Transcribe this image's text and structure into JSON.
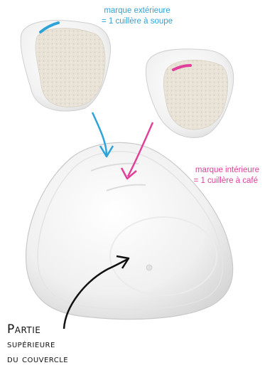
{
  "annotations": {
    "outer_mark": [
      "marque extérieure",
      "= 1 cuillère à soupe"
    ],
    "inner_mark": [
      "marque intérieure",
      "= 1 cuillère à café"
    ]
  },
  "caption": [
    "Partie",
    "supérieure",
    "du couvercle"
  ],
  "colors": {
    "outer_mark": "#2ea3d8",
    "inner_mark": "#e0409a",
    "background": "#ffffff",
    "text": "#111111"
  }
}
